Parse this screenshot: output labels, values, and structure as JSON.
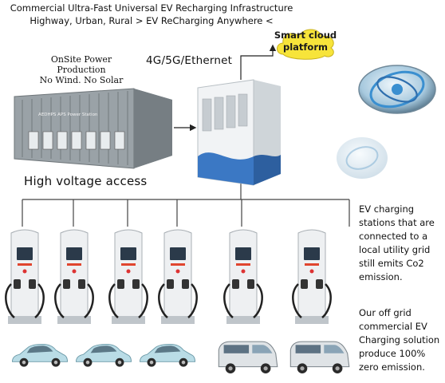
{
  "title": {
    "line1": "Commercial Ultra-Fast Universal EV Recharging Infrastructure",
    "line2": "Highway, Urban, Rural > EV ReCharging Anywhere <"
  },
  "power": {
    "line1": "OnSite Power Production",
    "line2": "No Wind. No Solar",
    "container_label": "AEDHPS APS Power Station"
  },
  "cloud": {
    "line1": "Smart cloud",
    "line2": "platform"
  },
  "network_label": "4G/5G/Ethernet",
  "high_voltage_label": "High voltage access",
  "note1": [
    "EV charging",
    "stations that are",
    "connected to a",
    "local utility grid",
    "still emits Co2",
    "emission."
  ],
  "note2": [
    "Our off grid",
    "commercial EV",
    "Charging solution",
    "produce 100%",
    "zero emission."
  ],
  "chargers": 6,
  "vehicles": [
    "sedan",
    "sedan",
    "sedan",
    "van",
    "van"
  ],
  "colors": {
    "cloud_fill": "#f7e43a",
    "station_blue": "#3b78c4",
    "container_gray": "#8f979c",
    "charger_accent": "#e0452e"
  }
}
